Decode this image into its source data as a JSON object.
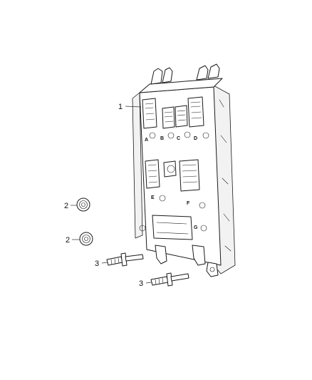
{
  "callouts": [
    {
      "id": "1",
      "label": "1"
    },
    {
      "id": "2a",
      "label": "2"
    },
    {
      "id": "2b",
      "label": "2"
    },
    {
      "id": "3a",
      "label": "3"
    },
    {
      "id": "3b",
      "label": "3"
    }
  ],
  "connector_labels": [
    "A",
    "B",
    "C",
    "D",
    "E",
    "F",
    "G"
  ],
  "colors": {
    "line": "#1a1a1a",
    "background": "#ffffff"
  }
}
